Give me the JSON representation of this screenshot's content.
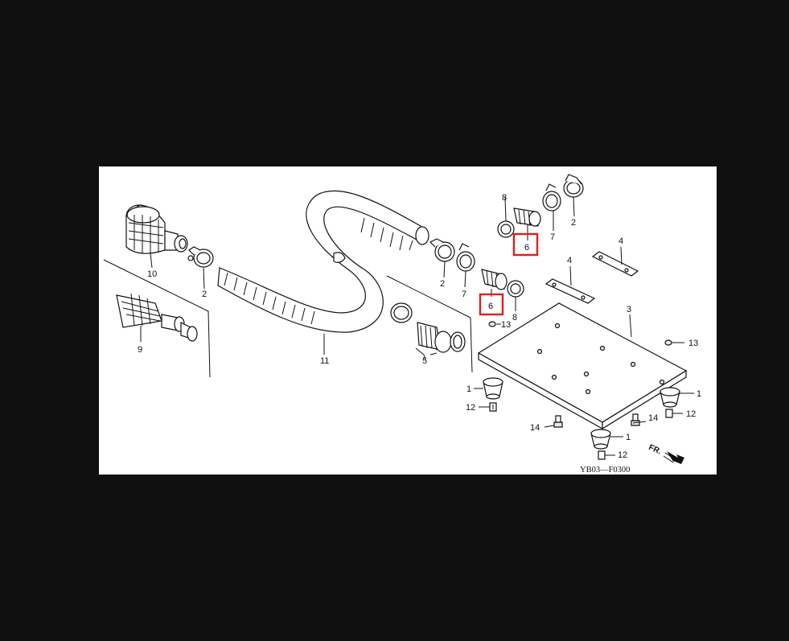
{
  "diagram": {
    "code": "YB03—F0300",
    "direction_label": "FR.",
    "callouts": {
      "c10": "10",
      "c9": "9",
      "c2a": "2",
      "c11": "11",
      "c5": "5",
      "c2b": "2",
      "c7a": "7",
      "c6a": "6",
      "c8a": "8",
      "c13a": "13",
      "c8b": "8",
      "c6b": "6",
      "c7b": "7",
      "c2c": "2",
      "c4a": "4",
      "c4b": "4",
      "c3": "3",
      "c13b": "13",
      "c1a": "1",
      "c12a": "12",
      "c14a": "14",
      "c1b": "1",
      "c12b": "12",
      "c14b": "14",
      "c1c": "1",
      "c12c": "12"
    },
    "highlight_color": "#e01e1e"
  }
}
